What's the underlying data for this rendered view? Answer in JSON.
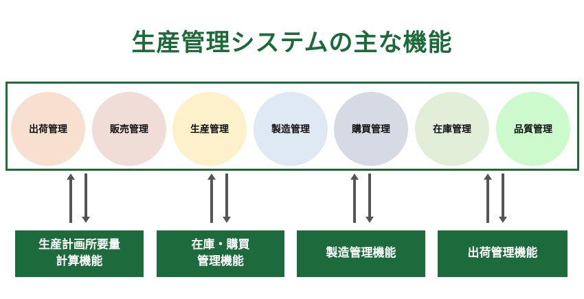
{
  "title": "生産管理システムの主な機能",
  "modules": [
    {
      "label": "出荷管理",
      "color": "#f8e0d0"
    },
    {
      "label": "販売管理",
      "color": "#f0ddd7"
    },
    {
      "label": "生産管理",
      "color": "#fdf1cc"
    },
    {
      "label": "製造管理",
      "color": "#dfe9f4"
    },
    {
      "label": "購買管理",
      "color": "#d5dae5"
    },
    {
      "label": "在庫管理",
      "color": "#e2efd8"
    },
    {
      "label": "品質管理",
      "color": "#cdfacc"
    }
  ],
  "functions": [
    {
      "label": "生産計画所要量\n計算機能"
    },
    {
      "label": "在庫・購買\n管理機能"
    },
    {
      "label": "製造管理機能"
    },
    {
      "label": "出荷管理機能"
    }
  ],
  "colors": {
    "accent": "#1d6a3c",
    "arrow": "#555555"
  }
}
